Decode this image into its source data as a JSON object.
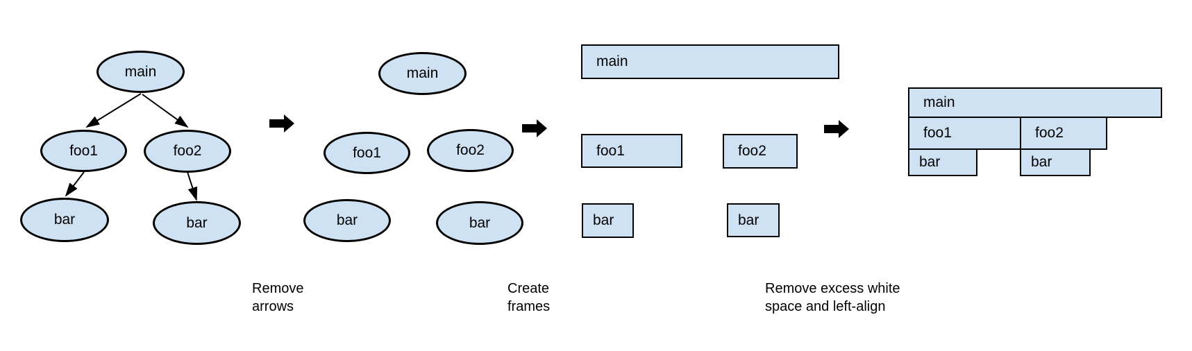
{
  "colors": {
    "shape_fill": "#cfe2f3",
    "shape_border": "#000000",
    "text_color": "#000000",
    "background": "#ffffff",
    "transition_arrow": "#000000"
  },
  "panel1_call_tree": {
    "main": "main",
    "foo1": "foo1",
    "foo2": "foo2",
    "bar_left": "bar",
    "bar_right": "bar"
  },
  "panel2_arrows_removed": {
    "main": "main",
    "foo1": "foo1",
    "foo2": "foo2",
    "bar_left": "bar",
    "bar_right": "bar"
  },
  "panel3_frames": {
    "main": "main",
    "foo1": "foo1",
    "foo2": "foo2",
    "bar_left": "bar",
    "bar_right": "bar"
  },
  "panel4_flame_graph": {
    "main": "main",
    "foo1": "foo1",
    "foo2": "foo2",
    "bar_left": "bar",
    "bar_right": "bar"
  },
  "step_labels": {
    "remove_arrows": "Remove\narrows",
    "create_frames": "Create\nframes",
    "left_align": "Remove excess white\nspace and left-align"
  }
}
